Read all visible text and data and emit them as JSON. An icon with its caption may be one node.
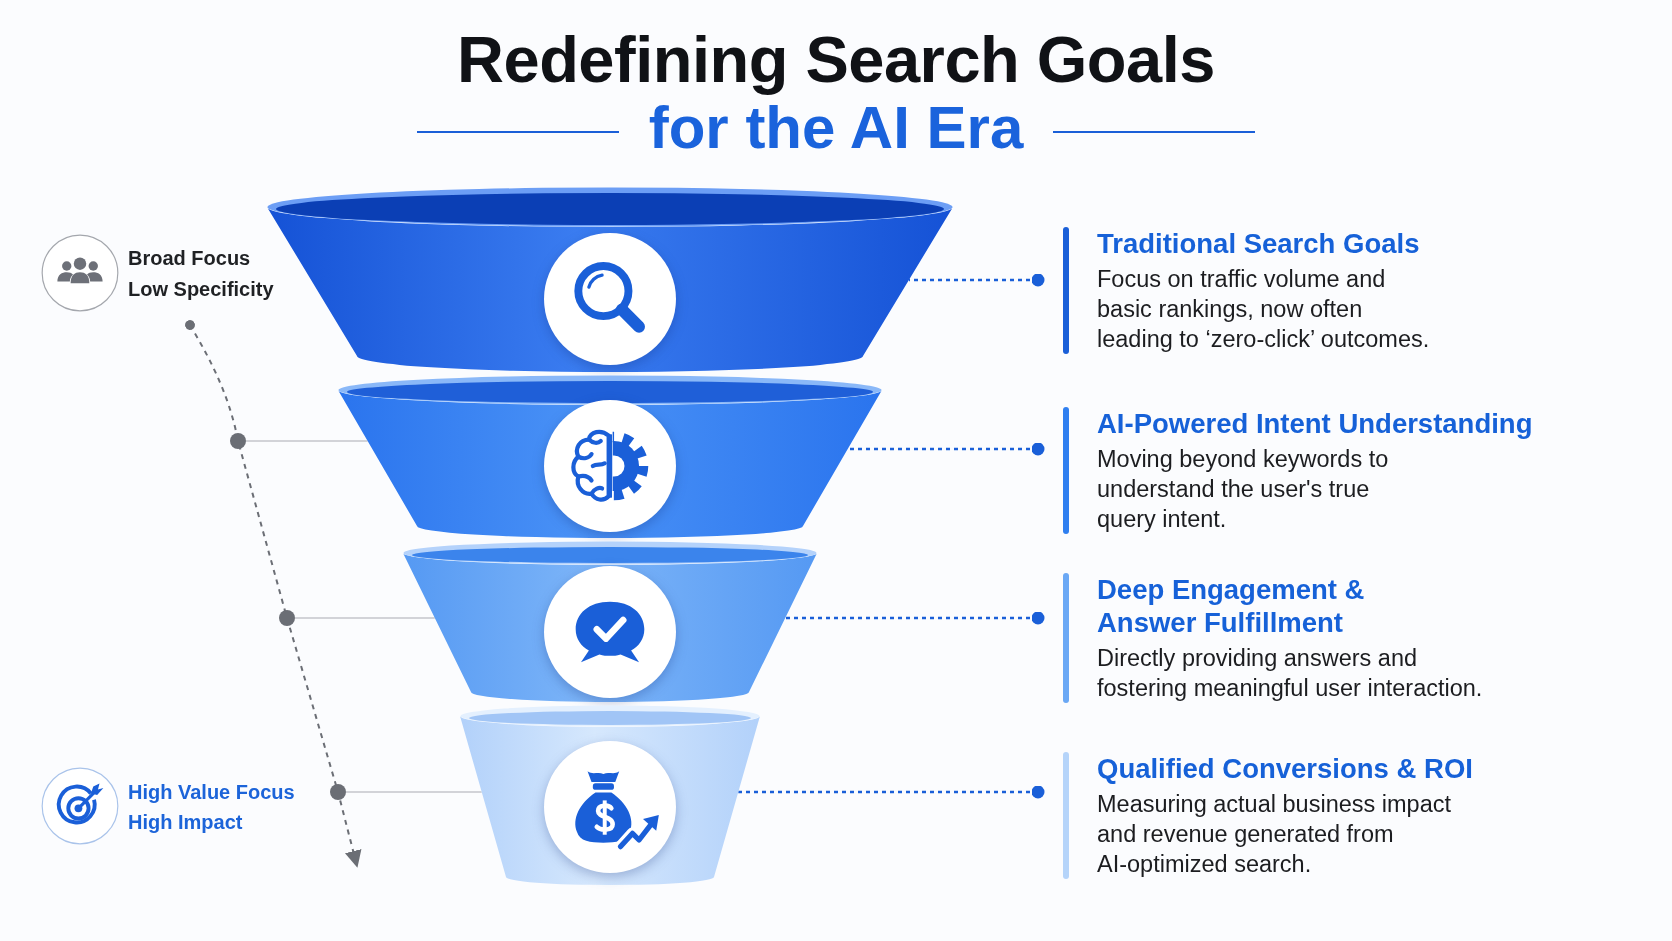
{
  "diagram": {
    "title": "Redefining Search Goals",
    "nodes": [
      {
        "text": [],
        "shape": "trapezoid"
      },
      {
        "text": [
          "Traditional Search Goals",
          "Focus on traffic volume and basic rankings, now often leading to ‘zero-click’ outcomes."
        ]
      },
      {
        "text": [],
        "shape": "trapezoid"
      },
      {
        "text": [
          "AI-Powered Intent Understanding",
          "Moving beyond keywords to understand the user's true query intent."
        ]
      },
      {
        "text": [],
        "shape": "trapezoid"
      },
      {
        "text": [
          "Deep Engagement & Answer Fulfillment",
          "Directly providing answers and fostering meaningful user interaction."
        ]
      },
      {
        "text": [],
        "shape": "trapezoid"
      },
      {
        "text": [
          "Qualified Conversions & ROI",
          "Measuring actual business impact and revenue generated from AI-optimized search."
        ]
      },
      {
        "text": [],
        "shape": "circle"
      },
      {
        "text": [],
        "shape": "circle"
      },
      {
        "text": [],
        "shape": "circle"
      }
    ],
    "edges": [
      {
        "from": 1,
        "to": 0,
        "arrow": "other",
        "style": "dashed"
      },
      {
        "from": 3,
        "to": 2,
        "arrow": "other",
        "style": "dashed"
      },
      {
        "from": 5,
        "to": 4,
        "arrow": "other",
        "style": "dashed"
      },
      {
        "from": 7,
        "to": 6,
        "arrow": "other",
        "style": "dashed"
      },
      {
        "from": 8,
        "to": 2,
        "arrow": "none",
        "color": "#c4c6cb"
      },
      {
        "from": 9,
        "to": 4,
        "arrow": "none",
        "color": "#c4c6cb"
      },
      {
        "from": 10,
        "to": 6,
        "arrow": "none",
        "color": "#c4c6cb"
      }
    ],
    "labels": [
      "for the AI Era",
      "Broad Focus",
      "Low Specificity",
      "High Value Focus",
      "High Impact"
    ]
  }
}
